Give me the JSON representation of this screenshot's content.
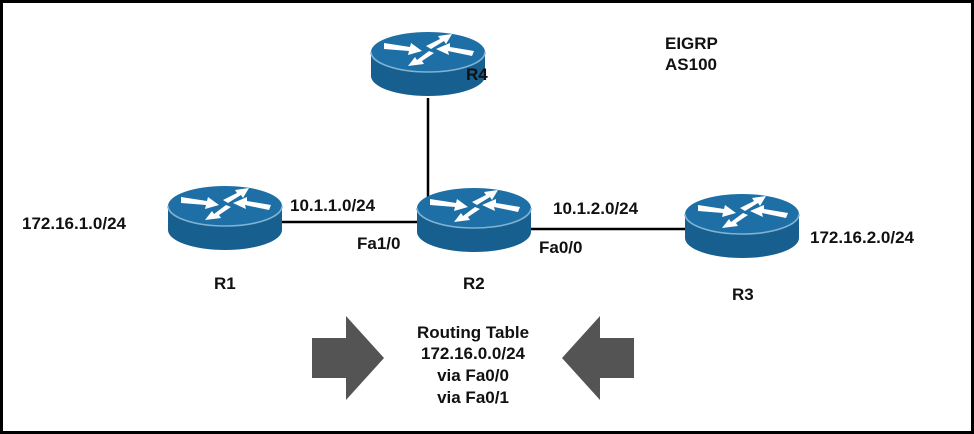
{
  "diagram": {
    "protocol_label": [
      "EIGRP",
      "AS100"
    ],
    "colors": {
      "router_top": "#1d6fa5",
      "router_side": "#165f8f",
      "router_rim": "#7fb2d3",
      "arrow_glyph": "#ffffff",
      "link": "#000000",
      "big_arrow": "#545454",
      "text": "#111111"
    },
    "routers": [
      {
        "id": "R1",
        "label": "R1",
        "network": "172.16.1.0/24"
      },
      {
        "id": "R2",
        "label": "R2",
        "network": ""
      },
      {
        "id": "R3",
        "label": "R3",
        "network": "172.16.2.0/24"
      },
      {
        "id": "R4",
        "label": "R4",
        "network": ""
      }
    ],
    "links": [
      {
        "from": "R1",
        "to": "R2",
        "subnet": "10.1.1.0/24",
        "interface": "Fa1/0"
      },
      {
        "from": "R2",
        "to": "R3",
        "subnet": "10.1.2.0/24",
        "interface": "Fa0/0"
      },
      {
        "from": "R2",
        "to": "R4",
        "subnet": "",
        "interface": ""
      }
    ],
    "routing_table": {
      "title": "Routing Table",
      "lines": [
        "172.16.0.0/24",
        "via Fa0/0",
        "via Fa0/1"
      ]
    }
  }
}
